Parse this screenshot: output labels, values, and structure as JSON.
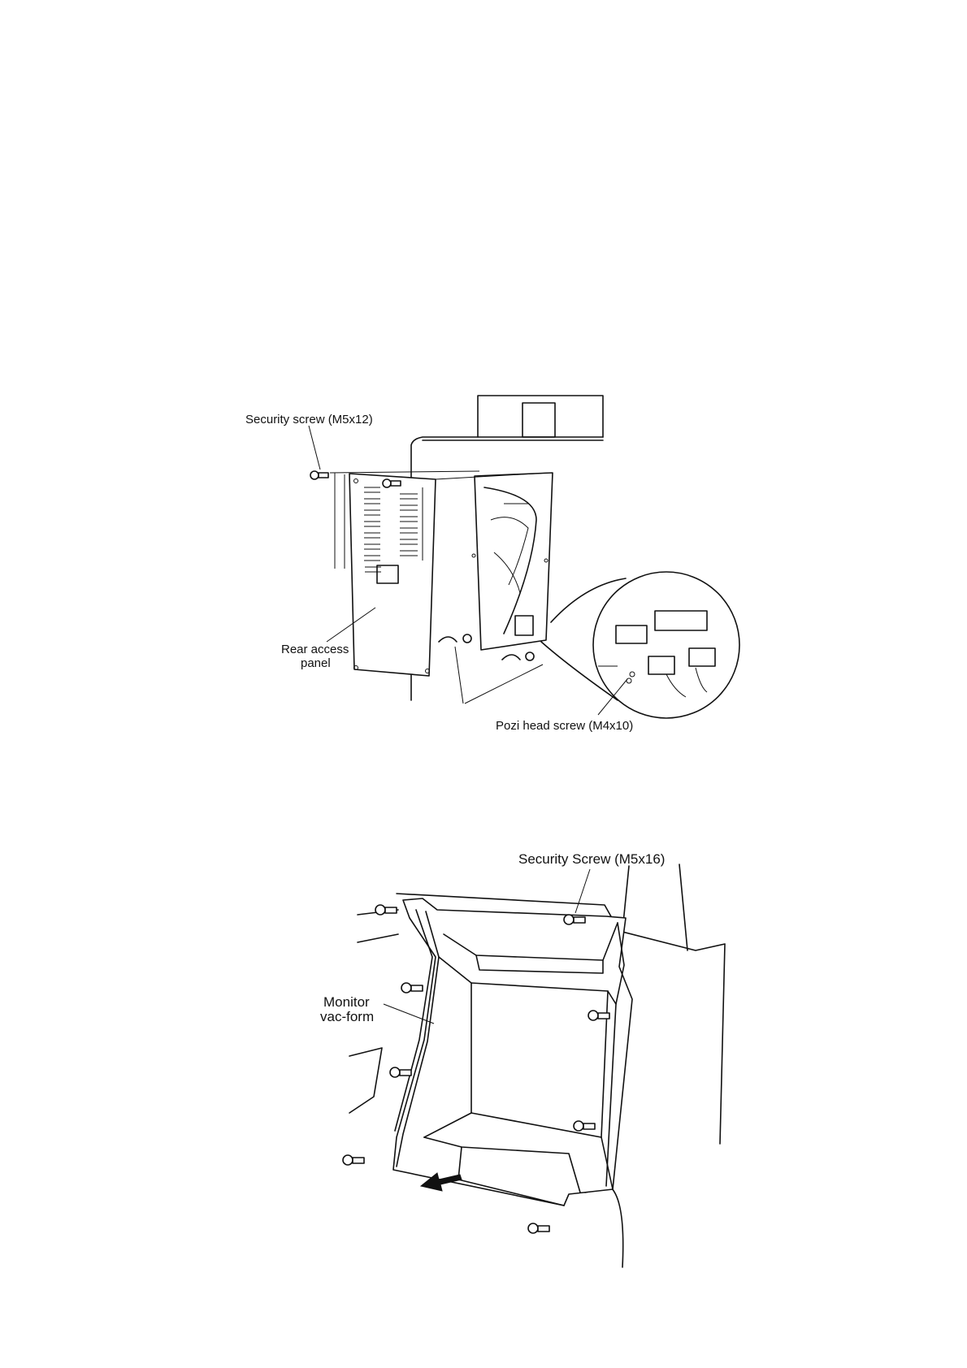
{
  "figure1": {
    "labels": {
      "security_screw": "Security screw (M5x12)",
      "rear_panel_line1": "Rear access",
      "rear_panel_line2": "panel",
      "pozi_screw": "Pozi head screw (M4x10)"
    }
  },
  "figure2": {
    "labels": {
      "security_screw": "Security Screw (M5x16)",
      "monitor_line1": "Monitor",
      "monitor_line2": "vac-form"
    }
  }
}
